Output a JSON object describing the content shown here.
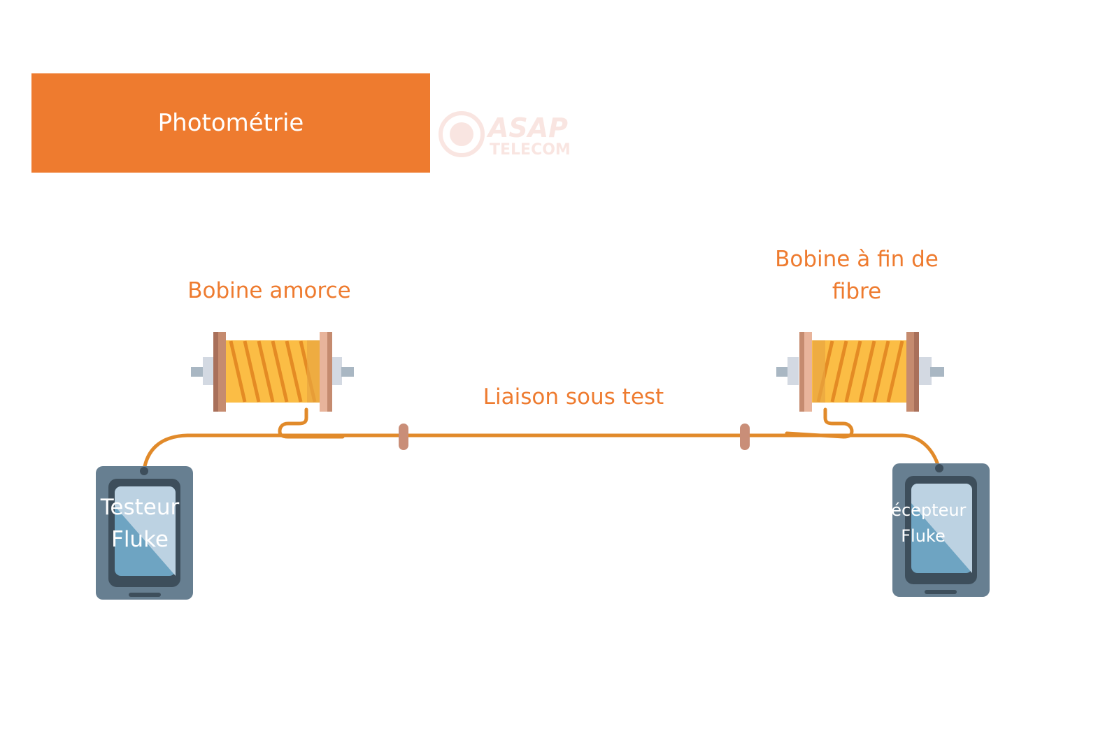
{
  "title": "Photométrie",
  "watermark": {
    "line1": "ASAP",
    "line2": "TELECOM"
  },
  "labels": {
    "bobine_amorce": "Bobine amorce",
    "bobine_fin_line1": "Bobine à fin de",
    "bobine_fin_line2": "fibre",
    "liaison": "Liaison sous test"
  },
  "devices": {
    "testeur_line1": "Testeur",
    "testeur_line2": "Fluke",
    "recepteur_line1": "Récepteur",
    "recepteur_line2": "Fluke"
  },
  "colors": {
    "accent": "#ee7b2f",
    "cable": "#e18a2a",
    "spool_wire": "#fbbd45",
    "spool_stripe": "#e48b24",
    "flange": "#c58b6f",
    "device_body": "#677f91",
    "device_screen": "#6ea4c2"
  },
  "icons": [
    "spool-icon",
    "tablet-icon",
    "connector-icon",
    "asap-logo-icon"
  ]
}
